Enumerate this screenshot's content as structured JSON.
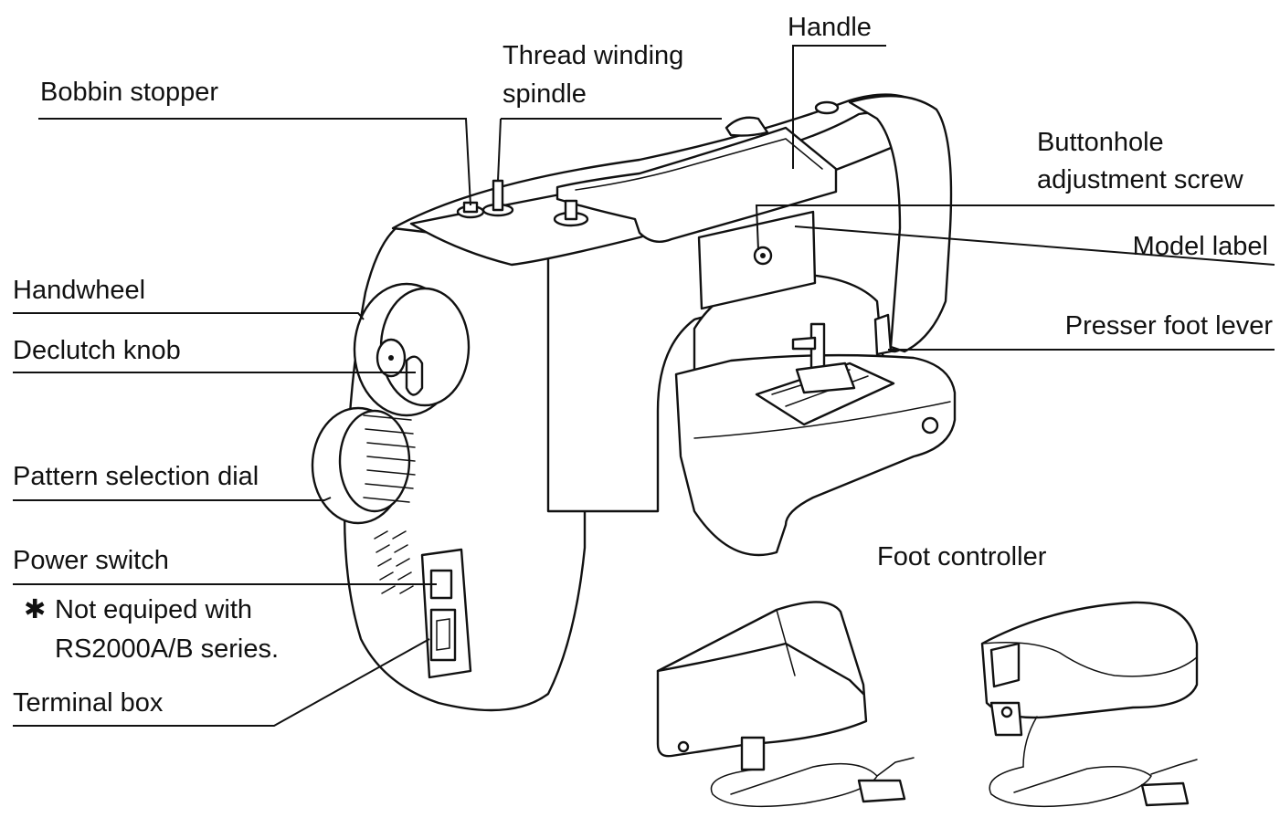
{
  "labels": {
    "bobbin_stopper": "Bobbin stopper",
    "thread_winding_line1": "Thread winding",
    "thread_winding_line2": "spindle",
    "handle": "Handle",
    "buttonhole_line1": "Buttonhole",
    "buttonhole_line2": "adjustment screw",
    "model_label": "Model label",
    "presser_foot_lever": "Presser foot lever",
    "handwheel": "Handwheel",
    "declutch_knob": "Declutch knob",
    "pattern_selection_dial": "Pattern selection dial",
    "power_switch": "Power switch",
    "note_asterisk": "✱",
    "note_line1": "Not equiped with",
    "note_line2": "RS2000A/B series.",
    "terminal_box": "Terminal box",
    "foot_controller": "Foot controller"
  }
}
